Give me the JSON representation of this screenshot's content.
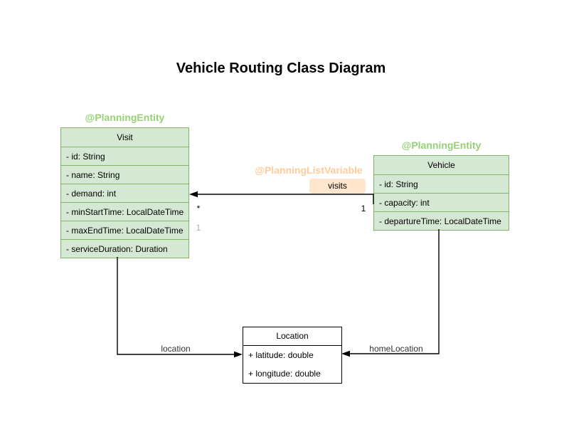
{
  "title": "Vehicle Routing Class Diagram",
  "colors": {
    "class_fill_green": "#d5e8d4",
    "class_border_green": "#82b366",
    "class_fill_white": "#ffffff",
    "class_border_dark": "#000000",
    "annotation_green": "#97d077",
    "annotation_orange": "#ffcc99",
    "visits_label_fill": "#ffe6cc",
    "multiplicity_purple": "#b5a5cc",
    "edge_color": "#000000"
  },
  "classes": {
    "visit": {
      "annotation": "@PlanningEntity",
      "name": "Visit",
      "attributes": [
        "- id: String",
        "- name: String",
        "- demand: int",
        "- minStartTime: LocalDateTime",
        "- maxEndTime: LocalDateTime",
        "- serviceDuration: Duration"
      ]
    },
    "vehicle": {
      "annotation": "@PlanningEntity",
      "name": "Vehicle",
      "attributes": [
        "- id: String",
        "- capacity: int",
        "- departureTime: LocalDateTime"
      ]
    },
    "location": {
      "name": "Location",
      "attributes": [
        "+ latitude: double",
        "+ longitude: double"
      ]
    }
  },
  "edges": {
    "visits": {
      "annotation": "@PlanningListVariable",
      "label": "visits",
      "target_multiplicity": "*",
      "source_multiplicity": "1",
      "secondary_marker": "1"
    },
    "location": {
      "label": "location"
    },
    "home_location": {
      "label": "homeLocation"
    }
  }
}
